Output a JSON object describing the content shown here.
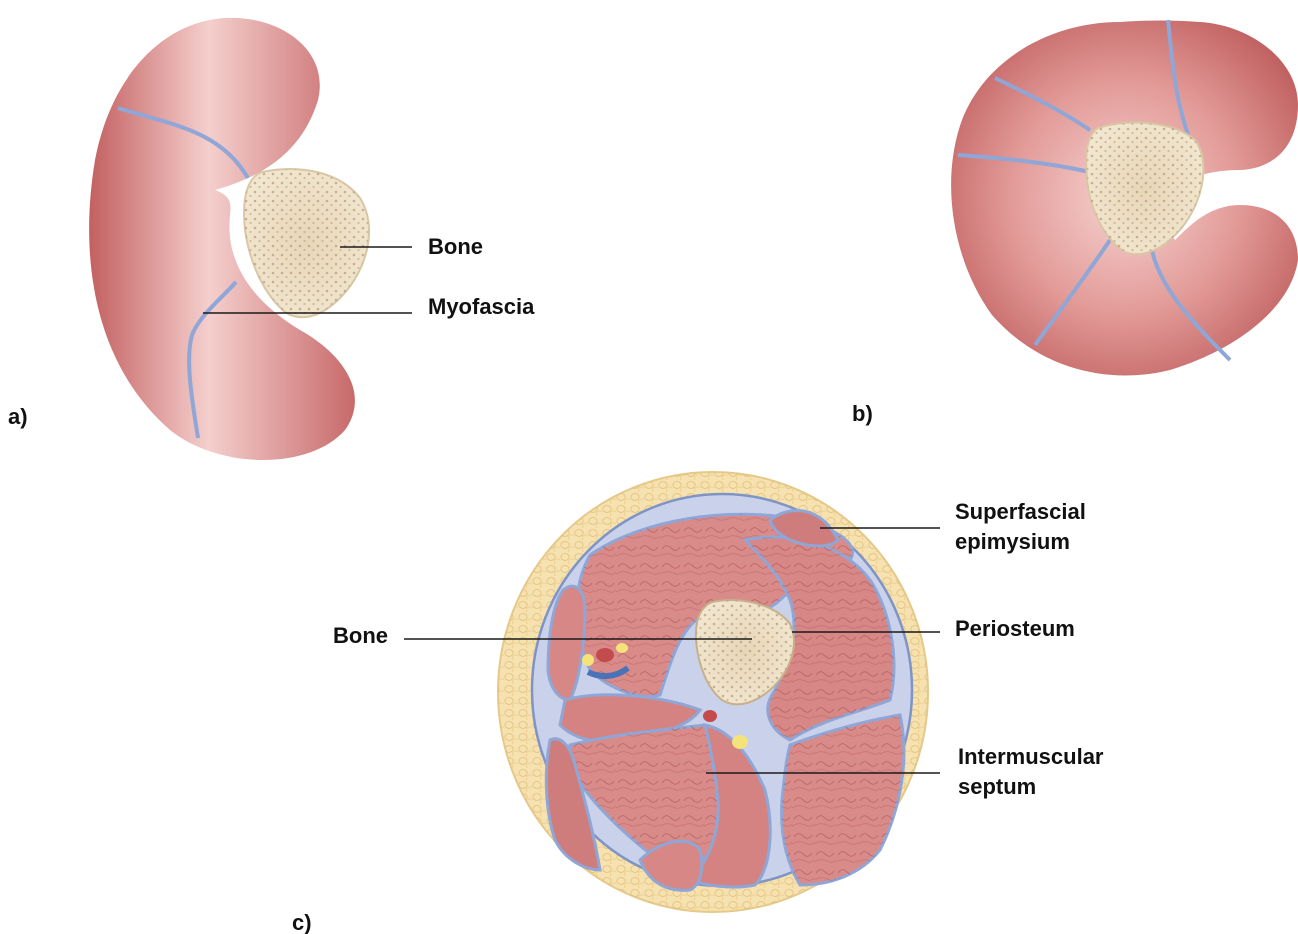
{
  "panels": {
    "a": {
      "tag": "a)",
      "labels": {
        "bone": "Bone",
        "myofascia": "Myofascia"
      }
    },
    "b": {
      "tag": "b)"
    },
    "c": {
      "tag": "c)",
      "labels": {
        "superfascial_line1": "Superfascial",
        "superfascial_line2": "epimysium",
        "periosteum": "Periosteum",
        "bone": "Bone",
        "intermuscular_line1": "Intermuscular",
        "intermuscular_line2": "septum"
      }
    }
  },
  "colors": {
    "muscle": "#c96a6a",
    "muscle_light": "#f2c7c5",
    "fascia": "#8fa6d6",
    "bone": "#e9dcc1",
    "fat": "#f6e2b0"
  }
}
